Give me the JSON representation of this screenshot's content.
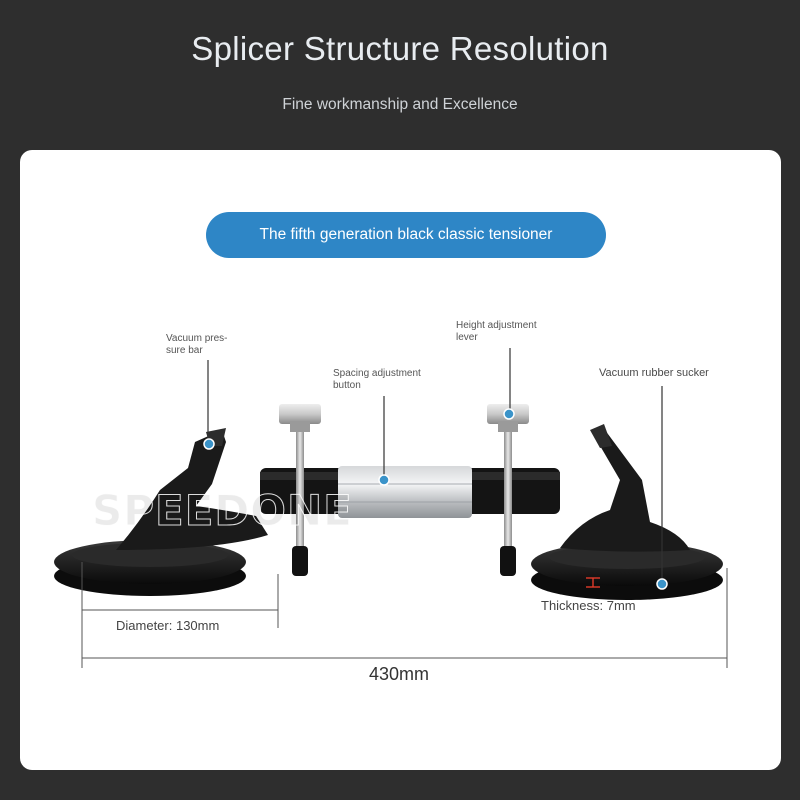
{
  "header": {
    "title": "Splicer Structure Resolution",
    "subtitle": "Fine workmanship and Excellence"
  },
  "badge": {
    "text": "The fifth generation black classic tensioner"
  },
  "callouts": {
    "vacuum_pressure_bar": "Vacuum pres-\nsure bar",
    "spacing_adjustment_button": "Spacing adjustment\nbutton",
    "height_adjustment_lever": "Height adjustment\nlever",
    "vacuum_rubber_sucker": "Vacuum rubber sucker"
  },
  "dimensions": {
    "diameter": "Diameter: 130mm",
    "thickness": "Thickness: 7mm",
    "length": "430mm"
  },
  "watermark": "SPEEDONE",
  "colors": {
    "background": "#2e2e2e",
    "card": "#ffffff",
    "accent": "#2e86c6",
    "marker": "#3a93c9",
    "thickness_mark": "#e03a2a"
  }
}
